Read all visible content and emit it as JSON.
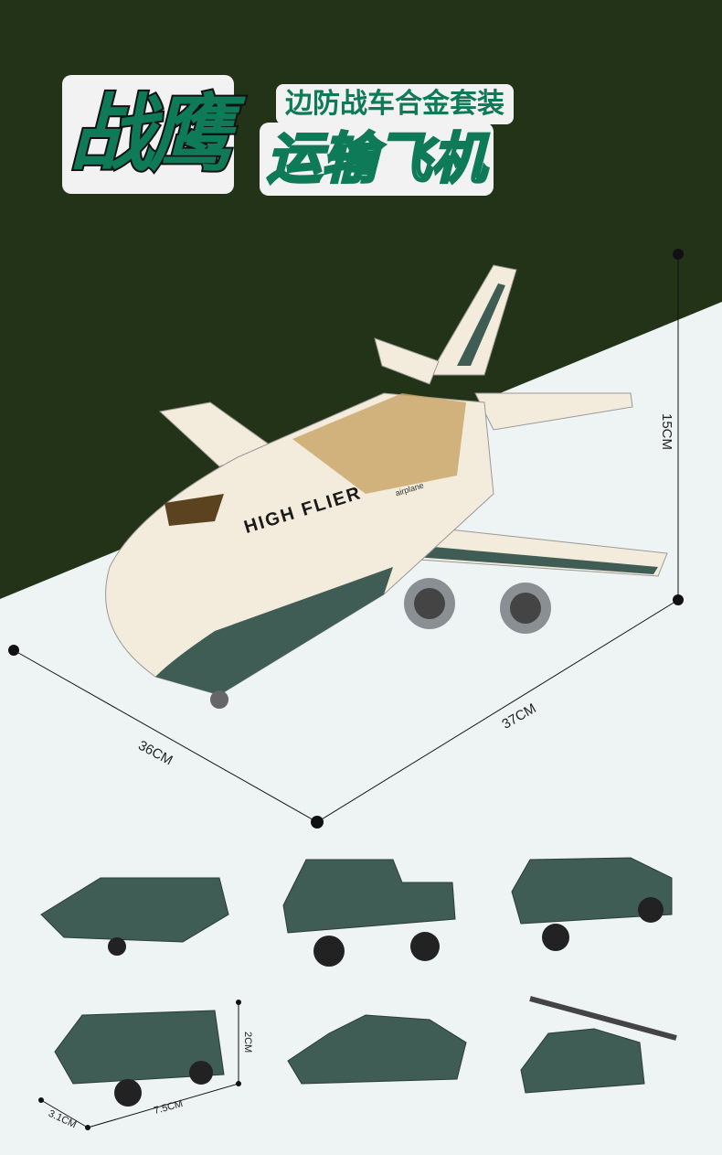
{
  "logo": {
    "big": "战鹰",
    "subtitle": "边防战车合金套装",
    "main": "运输飞机"
  },
  "airplane": {
    "livery": "HIGH FLIER",
    "cargo_label": "airplane"
  },
  "dimensions": {
    "height": "15CM",
    "length": "37CM",
    "width": "36CM",
    "vehicle_height": "2CM",
    "vehicle_width": "3.1CM",
    "vehicle_length": "7.5CM"
  },
  "colors": {
    "dark_green": "#223318",
    "accent_green": "#0e7a57",
    "military": "#3f5d55",
    "cream": "#f3ecdc"
  }
}
